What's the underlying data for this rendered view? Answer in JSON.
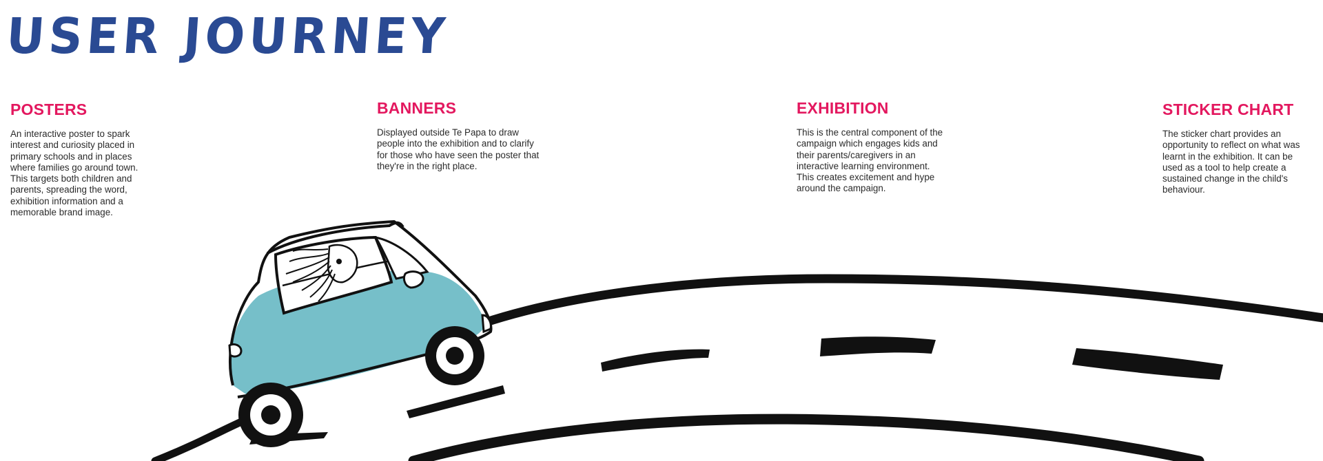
{
  "page": {
    "title": "USER JOURNEY"
  },
  "sections": [
    {
      "heading": "POSTERS",
      "body": "An interactive poster to spark interest and curiosity placed in primary schools and in places where families go around town. This targets both children and parents, spreading the word, exhibition information and a memorable brand image."
    },
    {
      "heading": "BANNERS",
      "body": "Displayed outside Te Papa to draw people into the exhibition and to clarify for those who have seen the poster that they're in the right place."
    },
    {
      "heading": "EXHIBITION",
      "body": "This is the central component of the campaign which engages kids and their parents/caregivers in an interactive learning environment. This creates excitement and hype around the campaign."
    },
    {
      "heading": "STICKER CHART",
      "body": "The sticker chart provides an opportunity to reflect on what was learnt in the exhibition. It can be used as a tool to help create a sustained change in the child's behaviour."
    }
  ],
  "colors": {
    "title": "#2a4a93",
    "heading": "#e3185f",
    "car_body": "#76bfc9",
    "ink": "#111111"
  },
  "illustration": {
    "subject": "hand-drawn car with child driving on a winding road",
    "icons": [
      "car-icon",
      "road-icon"
    ]
  }
}
